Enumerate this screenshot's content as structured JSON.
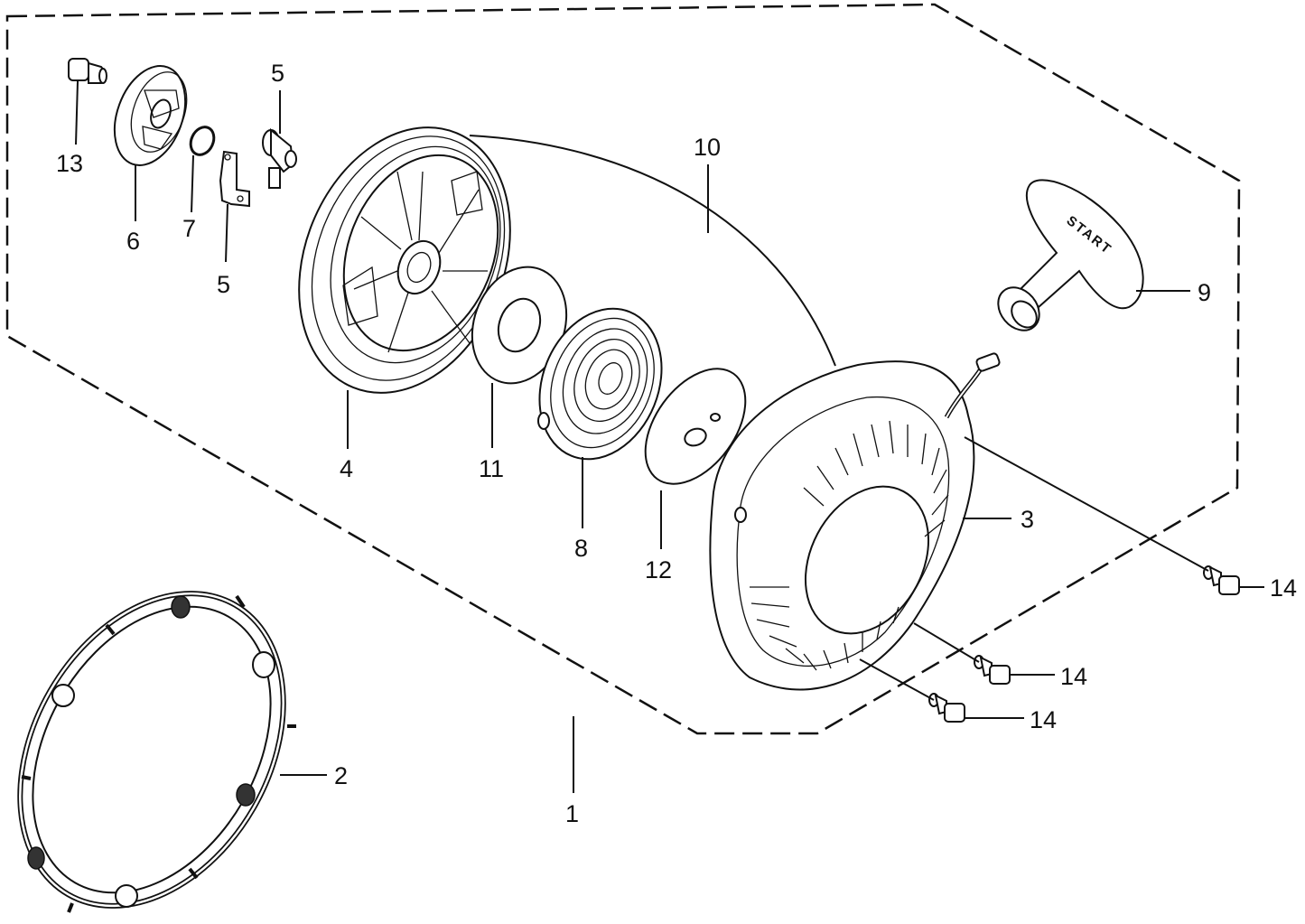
{
  "diagram": {
    "handle_text": "START",
    "labels": {
      "l1": "1",
      "l2": "2",
      "l3": "3",
      "l4": "4",
      "l5a": "5",
      "l5b": "5",
      "l6": "6",
      "l7": "7",
      "l8": "8",
      "l9": "9",
      "l10": "10",
      "l11": "11",
      "l12": "12",
      "l13": "13",
      "l14a": "14",
      "l14b": "14",
      "l14c": "14"
    }
  }
}
